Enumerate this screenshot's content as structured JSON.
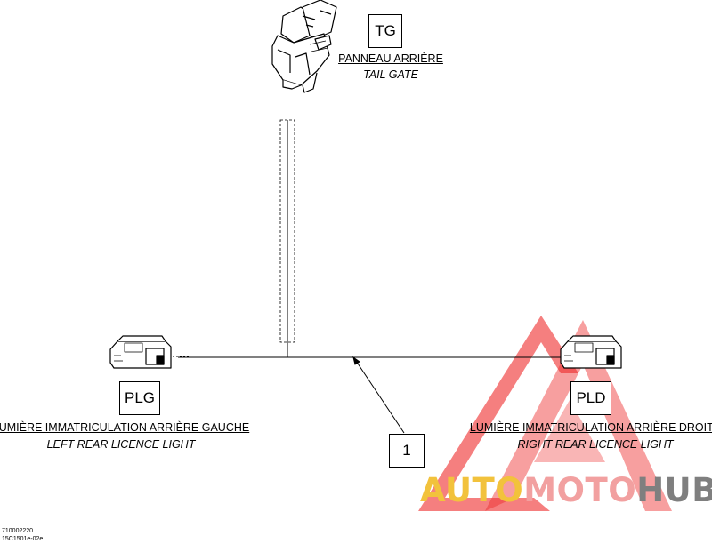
{
  "tail_gate": {
    "code": "TG",
    "name_fr": "PANNEAU ARRIÈRE",
    "name_en": "TAIL GATE"
  },
  "left_light": {
    "code": "PLG",
    "name_fr": "LUMIÈRE IMMATRICULATION ARRIÈRE GAUCHE",
    "name_en": "LEFT REAR LICENCE LIGHT"
  },
  "right_light": {
    "code": "PLD",
    "name_fr": "LUMIÈRE IMMATRICULATION ARRIÈRE DROITE",
    "name_en": "RIGHT REAR LICENCE LIGHT"
  },
  "callout": {
    "number": "1"
  },
  "reference": {
    "line1": "710002220",
    "line2": "15C1501e-02e"
  },
  "watermark": {
    "part1": "AUTO",
    "part2": "MOTO",
    "part3": "HUB",
    "color_auto": "#f2c23c",
    "color_moto": "#f2a0a0",
    "color_hub": "#7f7f7f",
    "triangle_color": "#ee2a2a"
  }
}
